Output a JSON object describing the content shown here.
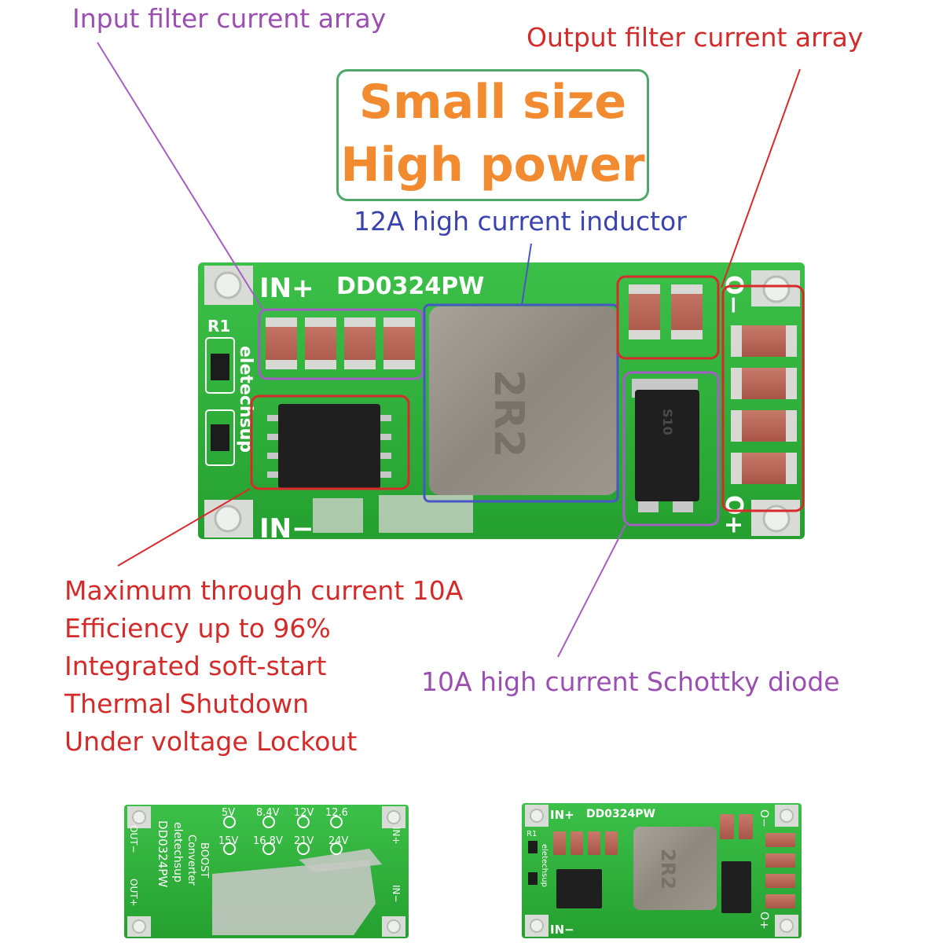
{
  "callouts": {
    "input_filter": "Input filter current array",
    "output_filter": "Output filter current array",
    "inductor": "12A high current inductor",
    "schottky": "10A high current Schottky diode"
  },
  "headline": {
    "line1": "Small size",
    "line2": "High power"
  },
  "features": [
    "Maximum through current 10A",
    "Efficiency up to 96%",
    "Integrated soft-start",
    "Thermal Shutdown",
    "Under voltage Lockout"
  ],
  "board_main": {
    "in_plus": "IN+",
    "in_minus": "IN−",
    "model": "DD0324PW",
    "r1": "R1",
    "brand": "eletechsup",
    "inductor_mark": "2R2",
    "diode_mark": "S10",
    "out_minus": "O−",
    "out_plus": "O+"
  },
  "board_back": {
    "voltages_top": [
      "5V",
      "8.4V",
      "12V",
      "12.6"
    ],
    "voltages_bottom": [
      "15V",
      "16.8V",
      "21V",
      "24V"
    ],
    "lines": [
      "BOOST",
      "Converter",
      "eletechsup",
      "DD0324PW"
    ],
    "out_minus": "OUT−",
    "out_plus": "OUT+",
    "in_plus": "IN+",
    "in_minus": "IN−"
  },
  "board_small": {
    "in_plus": "IN+",
    "in_minus": "IN−",
    "model": "DD0324PW",
    "r1": "R1",
    "brand": "eletechsup",
    "inductor_mark": "2R2",
    "out_minus": "O−",
    "out_plus": "O+"
  },
  "colors": {
    "pcb_green": "#2fb03a",
    "pcb_dark": "#1f8a2a",
    "silkscreen": "#ffffff",
    "callout_purple": "#9b4fb3",
    "callout_red": "#d42a2a",
    "callout_blue": "#3a43b0",
    "headline_orange": "#f28a30",
    "headline_border": "#4fa86a"
  }
}
